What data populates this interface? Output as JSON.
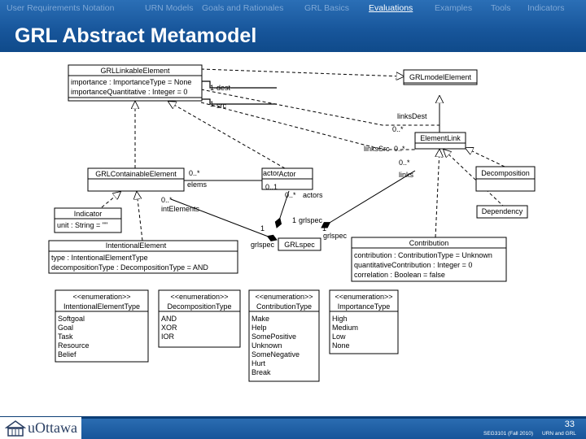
{
  "nav": {
    "items": [
      "User Requirements Notation",
      "URN Models",
      "Goals and Rationales",
      "GRL Basics",
      "Evaluations",
      "Examples",
      "Tools",
      "Indicators"
    ],
    "active_index": 4
  },
  "slide": {
    "title": "GRL Abstract Metamodel",
    "page_number": "33",
    "course": "SEG3101 (Fall 2010)",
    "topic": "URN and GRL",
    "logo_text": "uOttawa"
  },
  "classes": {
    "linkable": {
      "name": "GRLLinkableElement",
      "attrs": [
        "importance : ImportanceType = None",
        "importanceQuantitative : Integer = 0"
      ]
    },
    "model": {
      "name": "GRLmodelElement"
    },
    "link": {
      "name": "ElementLink"
    },
    "container": {
      "name": "GRLContainableElement"
    },
    "actor": {
      "name": "Actor"
    },
    "decomposition": {
      "name": "Decomposition"
    },
    "dependency": {
      "name": "Dependency"
    },
    "indicator": {
      "name": "Indicator",
      "attrs": [
        "unit : String = \"\""
      ]
    },
    "grlspec": {
      "name": "GRLspec"
    },
    "contribution": {
      "name": "Contribution",
      "attrs": [
        "contribution : ContributionType = Unknown",
        "quantitativeContribution : Integer = 0",
        "correlation : Boolean = false"
      ]
    },
    "intentional": {
      "name": "IntentionalElement",
      "attrs": [
        "type : IntentionalElementType",
        "decompositionType : DecompositionType = AND"
      ]
    }
  },
  "enums": [
    {
      "stereotype": "<<enumeration>>",
      "name": "IntentionalElementType",
      "values": [
        "Softgoal",
        "Goal",
        "Task",
        "Resource",
        "Belief"
      ]
    },
    {
      "stereotype": "<<enumeration>>",
      "name": "DecompositionType",
      "values": [
        "AND",
        "XOR",
        "IOR"
      ]
    },
    {
      "stereotype": "<<enumeration>>",
      "name": "ContributionType",
      "values": [
        "Make",
        "Help",
        "SomePositive",
        "Unknown",
        "SomeNegative",
        "Hurt",
        "Break"
      ]
    },
    {
      "stereotype": "<<enumeration>>",
      "name": "ImportanceType",
      "values": [
        "High",
        "Medium",
        "Low",
        "None"
      ]
    }
  ],
  "labels": {
    "dest_mult": "1",
    "dest_role": "dest",
    "src_mult": "1",
    "src_role": "src",
    "linksDest": "linksDest",
    "linksDest_mult": "0..*",
    "linksSrc": "linksSrc",
    "linksSrc_mult": "0..*",
    "links": "links",
    "links_mult": "0..*",
    "elems": "elems",
    "elems_mult": "0..*",
    "actor": "actor",
    "actor_mult": "0..1",
    "actors": "actors",
    "actors_mult": "0..*",
    "intElements": "intElements",
    "intElements_mult": "0..*",
    "grlspec_actor": "grlspec",
    "grlspec_actor_mult": "1",
    "grlspec_ie": "grlspec",
    "grlspec_ie_mult": "1",
    "grlspec_link": "grlspec",
    "grlspec_link_mult": "1"
  }
}
